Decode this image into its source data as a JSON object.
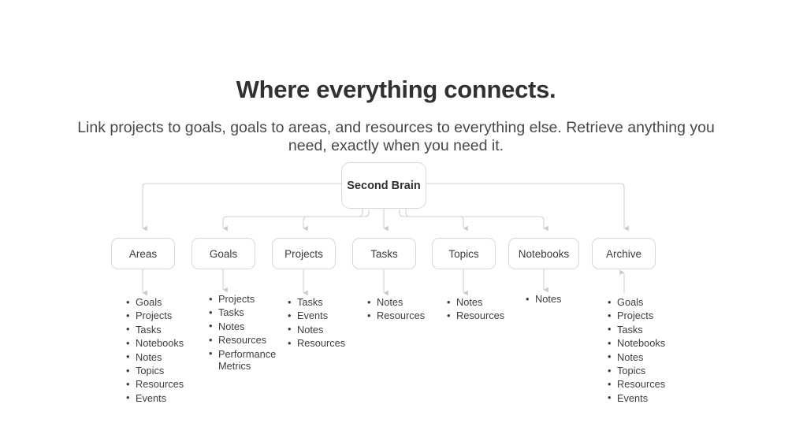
{
  "header": {
    "headline": "Where everything connects.",
    "subhead": "Link projects to goals, goals to areas, and resources to everything else. Retrieve anything you need, exactly when you need it."
  },
  "theme": {
    "background": "#ffffff",
    "text": "#2e3033",
    "node_border": "#d7d8da",
    "connector": "#cfd0d2"
  },
  "chart_data": {
    "type": "diagram",
    "title": "Second Brain relationship map",
    "root": {
      "label": "Second Brain"
    },
    "nodes": [
      {
        "label": "Areas",
        "children": [
          "Goals",
          "Projects",
          "Tasks",
          "Notebooks",
          "Notes",
          "Topics",
          "Resources",
          "Events"
        ]
      },
      {
        "label": "Goals",
        "children": [
          "Projects",
          "Tasks",
          "Notes",
          "Resources",
          "Performance\nMetrics"
        ]
      },
      {
        "label": "Projects",
        "children": [
          "Tasks",
          "Events",
          "Notes",
          "Resources"
        ]
      },
      {
        "label": "Tasks",
        "children": [
          "Notes",
          "Resources"
        ]
      },
      {
        "label": "Topics",
        "children": [
          "Notes",
          "Resources"
        ]
      },
      {
        "label": "Notebooks",
        "children": [
          "Notes"
        ]
      },
      {
        "label": "Archive",
        "children": [
          "Goals",
          "Projects",
          "Tasks",
          "Notebooks",
          "Notes",
          "Topics",
          "Resources",
          "Events"
        ]
      }
    ]
  }
}
